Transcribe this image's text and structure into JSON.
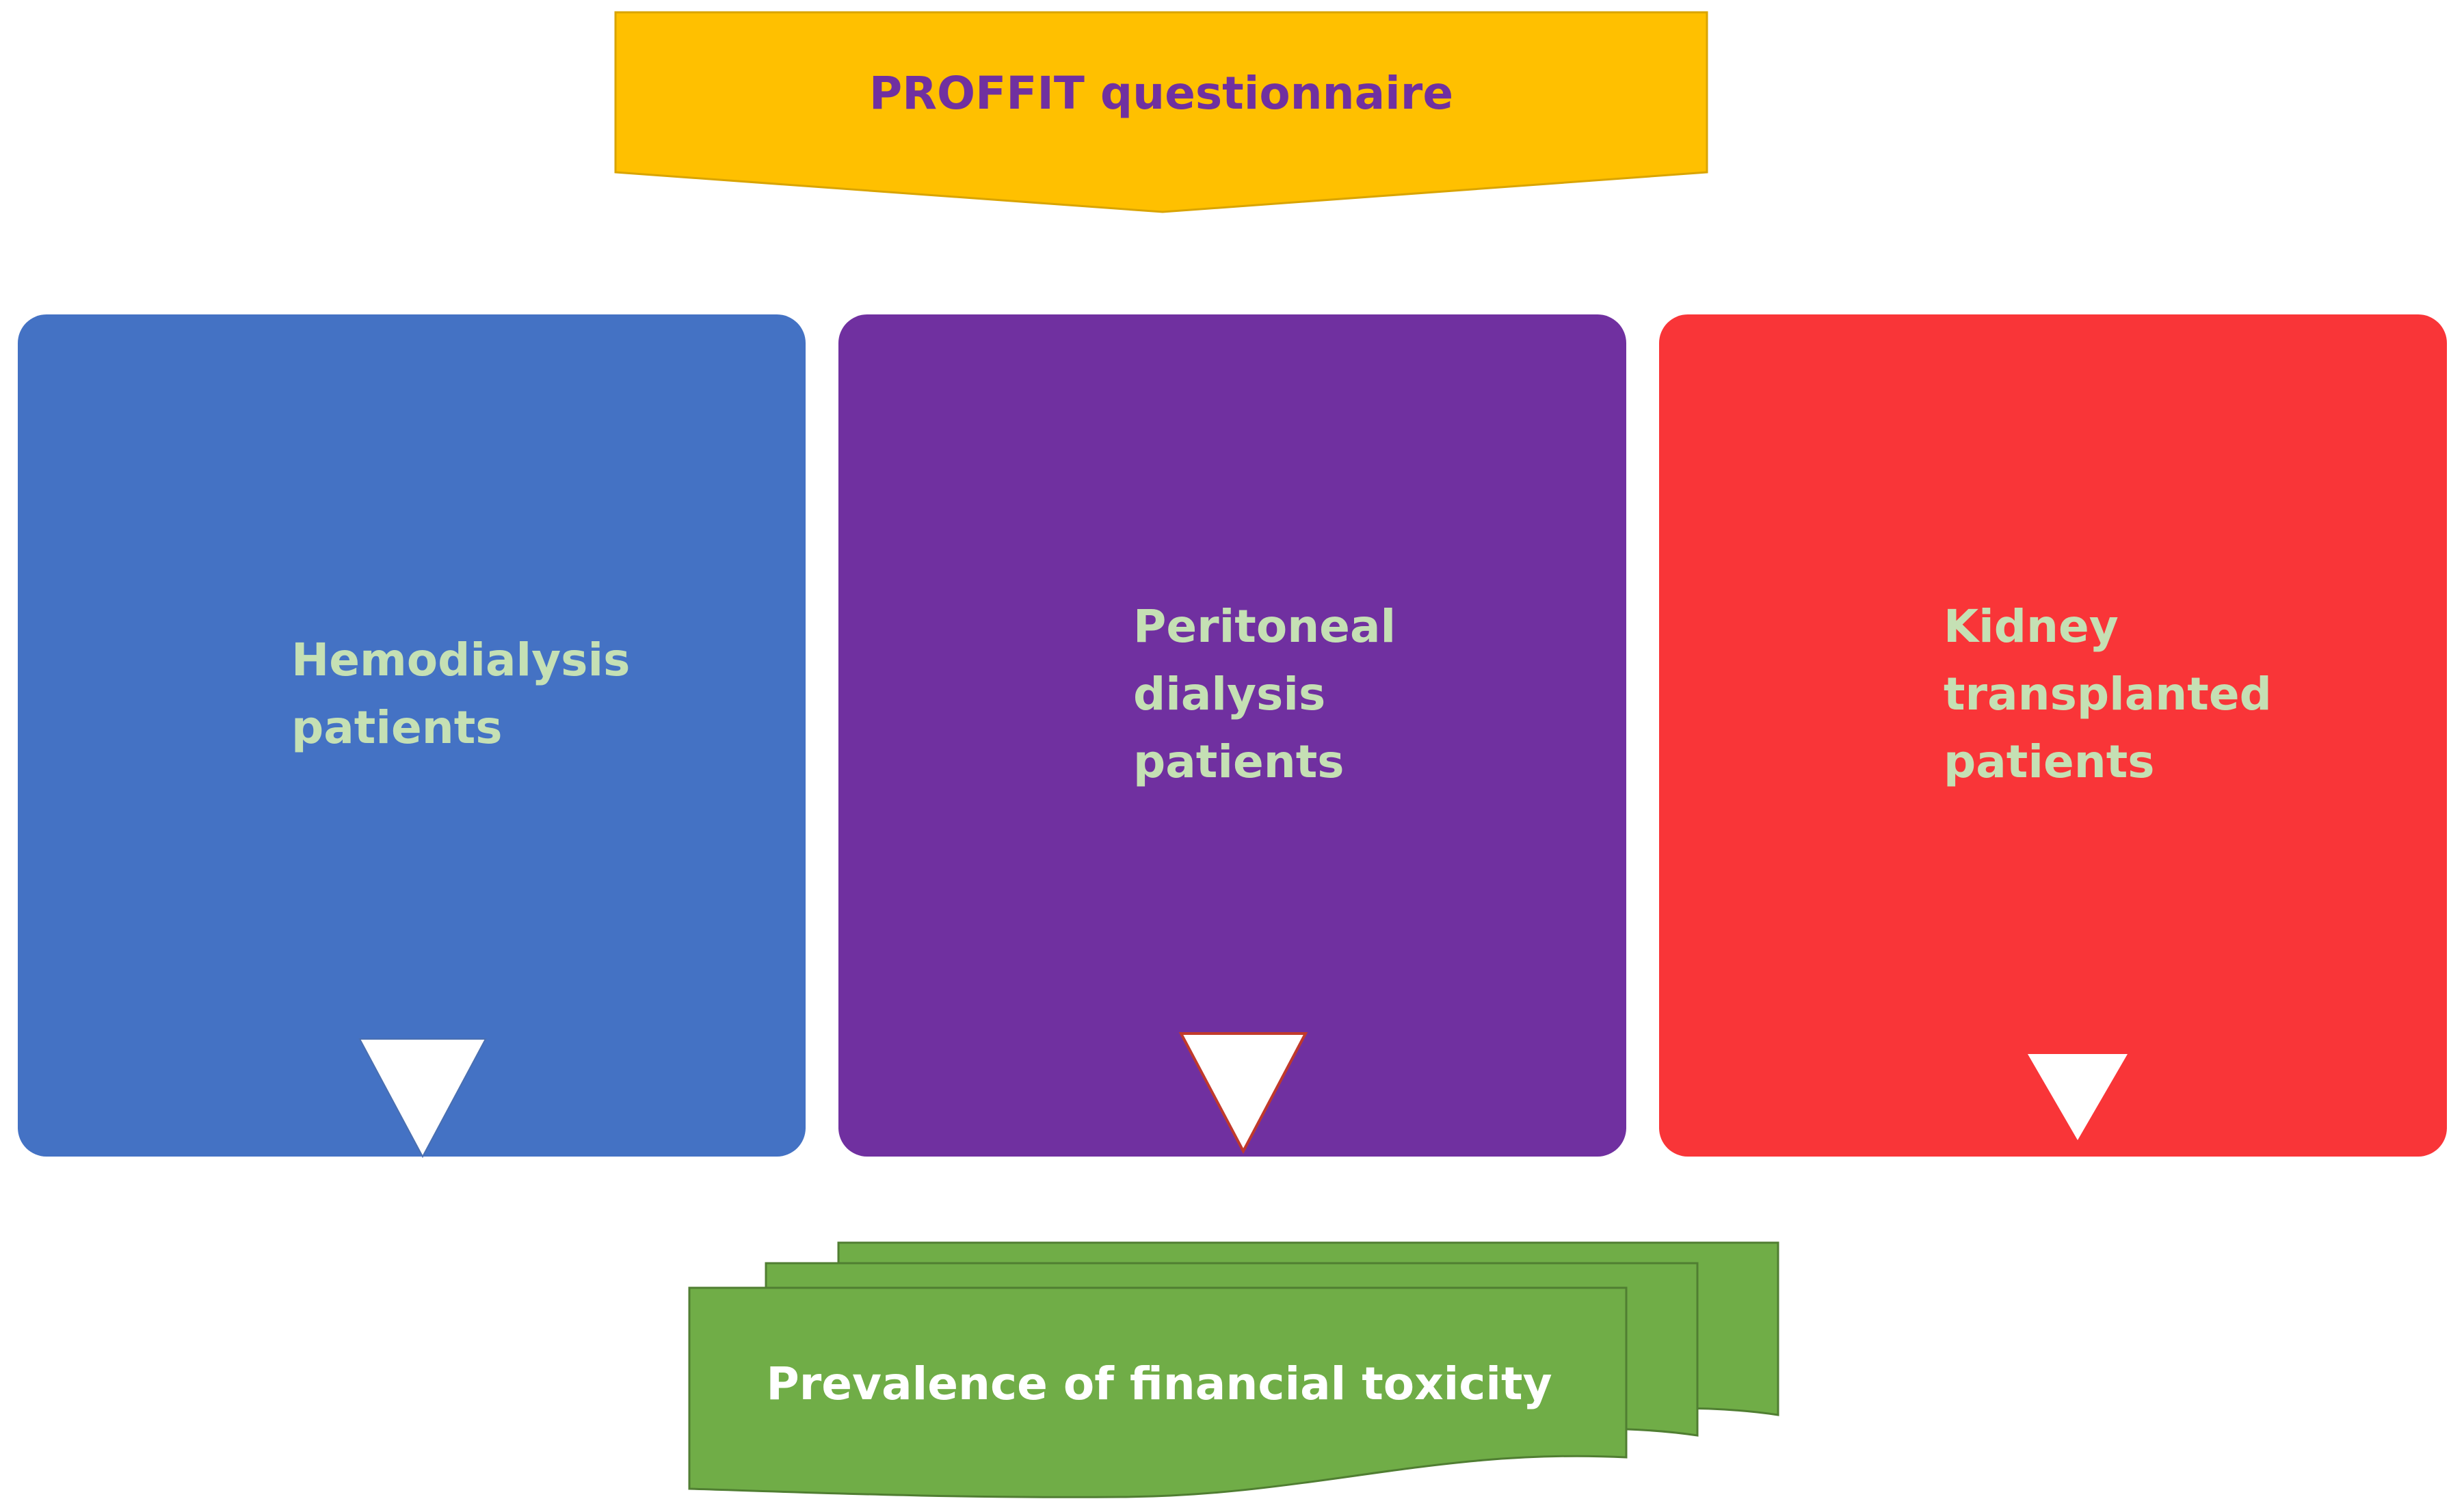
{
  "header": {
    "title": "PROFFIT questionnaire",
    "fill_color": "#FFC000",
    "text_color": "#7030A0"
  },
  "groups": [
    {
      "id": "hemodialysis",
      "label": "Hemodialysis\npatients",
      "fill_color": "#4472C4"
    },
    {
      "id": "peritoneal",
      "label": "Peritoneal\ndialysis\npatients",
      "fill_color": "#7030A0"
    },
    {
      "id": "kidney",
      "label": "Kidney\ntransplanted\npatients",
      "fill_color": "#F93538"
    }
  ],
  "group_text_color": "#C5E0B4",
  "arrow_color": "#FFFFFF",
  "output": {
    "title": "Prevalence of financial toxicity",
    "fill_color": "#70AD47",
    "text_color": "#FFFFFF"
  }
}
